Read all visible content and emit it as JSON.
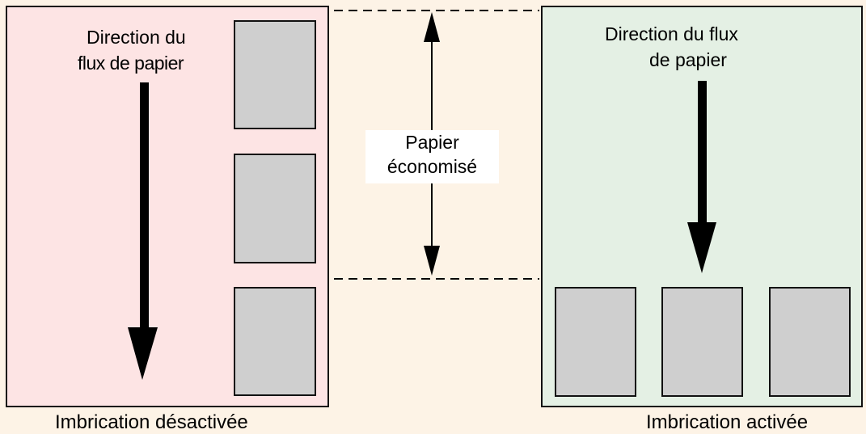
{
  "left_panel": {
    "flow_label_line1": "Direction du",
    "flow_label_line2": "flux de papier",
    "caption": "Imbrication désactivée"
  },
  "right_panel": {
    "flow_label_line1": "Direction du flux",
    "flow_label_line2": "de papier",
    "caption": "Imbrication activée"
  },
  "saved": {
    "line1": "Papier",
    "line2": "économisé"
  },
  "colors": {
    "page_background": "#fdf3e6",
    "nesting_off_panel": "#fde4e4",
    "nesting_on_panel": "#e4f0e4",
    "sheet": "#cfcfcf"
  }
}
